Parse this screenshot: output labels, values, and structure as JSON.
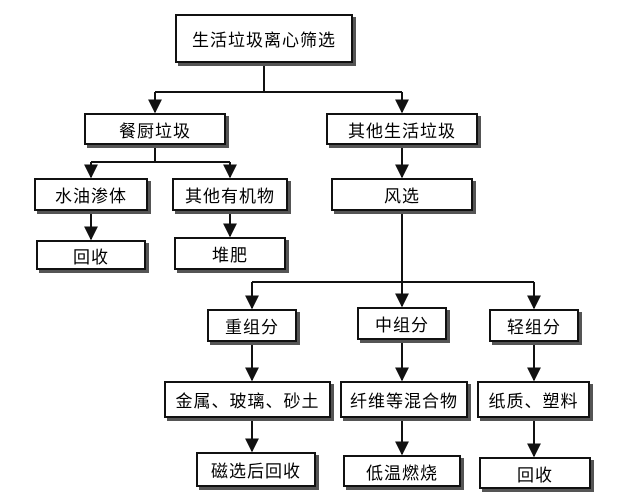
{
  "diagram": {
    "nodes": {
      "root": "生活垃圾离心筛选",
      "kitchen": "餐厨垃圾",
      "other_waste": "其他生活垃圾",
      "water_oil": "水油渗体",
      "other_organic": "其他有机物",
      "wind": "风选",
      "recycle_1": "回收",
      "compost": "堆肥",
      "heavy": "重组分",
      "medium": "中组分",
      "light": "轻组分",
      "metals": "金属、玻璃、砂土",
      "fibers": "纤维等混合物",
      "paper_plastic": "纸质、塑料",
      "magnetic": "磁选后回收",
      "low_temp": "低温燃烧",
      "recycle_2": "回收"
    }
  }
}
